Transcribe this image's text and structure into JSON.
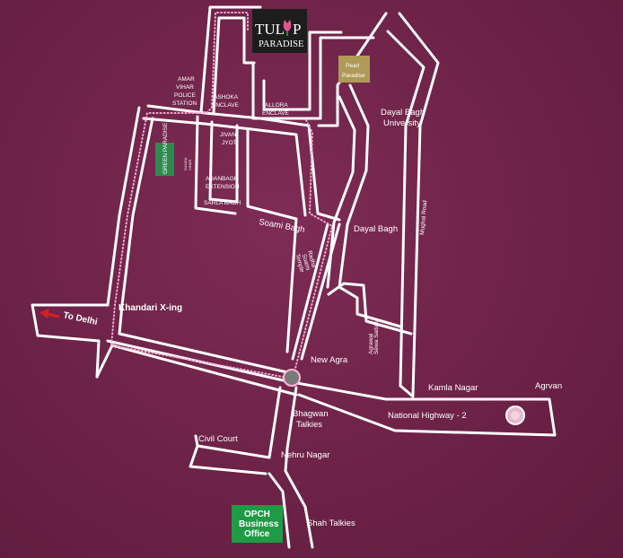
{
  "brand": {
    "name_line1": "TUL",
    "name_line2": "P",
    "name_sub": "PARADISE",
    "accent_color": "#e0558f",
    "box_color": "#1d1d1d"
  },
  "places": {
    "pearl_paradise_line1": "Pearl",
    "pearl_paradise_line2": "Paradise",
    "green_paradise": "GREEN PARADISE",
    "ashoka_enclave_line1": "ASHOKA",
    "ashoka_enclave_line2": "ENCLAVE",
    "allora_enclave_line1": "ALLORA",
    "allora_enclave_line2": "ENCLAVE",
    "amar_vihar_line1": "AMAR",
    "amar_vihar_line2": "VIHAR",
    "amar_vihar_line3": "POLICE",
    "amar_vihar_line4": "STATION",
    "jivan_jyoti_line1": "JIVAN",
    "jivan_jyoti_line2": "JYOTI",
    "adanbagh_line1": "ADANBAGH",
    "adanbagh_line2": "EXTENSION",
    "sarla_bagh": "SARLA BAGH",
    "ganga_vihar_line1": "GANGA",
    "ganga_vihar_line2": "VIHAR",
    "dayal_bagh_university_line1": "Dayal Bagh",
    "dayal_bagh_university_line2": "University",
    "dayal_bagh": "Dayal Bagh",
    "mughal_road": "Mughal Road",
    "soami_bagh": "Soami Bagh",
    "radha_soami_line1": "Radha",
    "radha_soami_line2": "Soami",
    "radha_soami_line3": "Temple",
    "agrawal_line1": "Agrawal",
    "agrawal_line2": "Sewa Sadan",
    "khandari": "Khandari X-ing",
    "to_delhi": "To Delhi",
    "new_agra": "New Agra",
    "kamla_nagar": "Kamla Nagar",
    "agrvan": "Agrvan",
    "national_highway": "National Highway - 2",
    "bhagwan_talkies_line1": "Bhagwan",
    "bhagwan_talkies_line2": "Talkies",
    "civil_court": "Civil Court",
    "nehru_nagar": "Nehru Nagar",
    "shah_talkies": "Shah Talkies",
    "opch_line1": "OPCH",
    "opch_line2": "Business",
    "opch_line3": "Office"
  },
  "colors": {
    "road": "#ffffff",
    "route_dots": "#f4a8cf",
    "green_box": "#2e8b50",
    "pearl_box": "#b09a58",
    "office_box": "#1f9a45",
    "arrow": "#d42020"
  }
}
